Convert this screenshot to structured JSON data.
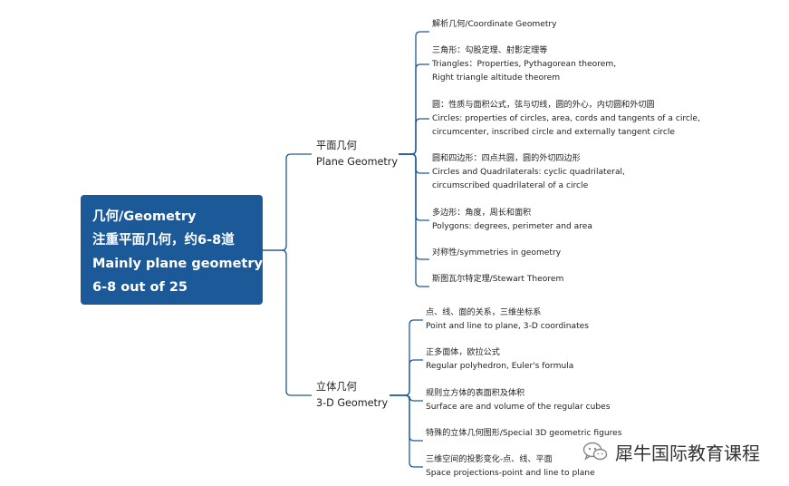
{
  "root": {
    "lines": [
      "几何/Geometry",
      "注重平面几何，约6-8道",
      "Mainly plane geometry",
      "6-8 out of 25"
    ]
  },
  "branches": [
    {
      "title_cn": "平面几何",
      "title_en": "Plane Geometry",
      "leaves": [
        {
          "lines": [
            "解析几何/Coordinate Geometry"
          ]
        },
        {
          "lines": [
            "三角形：勾股定理、射影定理等",
            "Triangles：Properties, Pythagorean theorem,",
            "Right triangle altitude theorem"
          ]
        },
        {
          "lines": [
            "圆：性质与面积公式，弦与切线，圆的外心，内切圆和外切圆",
            "Circles: properties of circles, area, cords and tangents of a circle,",
            "circumcenter, inscribed circle and externally tangent circle"
          ]
        },
        {
          "lines": [
            "圆和四边形：四点共圆，圆的外切四边形",
            "Circles and Quadrilaterals: cyclic quadrilateral,",
            "circumscribed quadrilateral of a circle"
          ]
        },
        {
          "lines": [
            "多边形：角度，周长和面积",
            "Polygons: degrees, perimeter and area"
          ]
        },
        {
          "lines": [
            "对称性/symmetries in geometry"
          ]
        },
        {
          "lines": [
            "斯图瓦尔特定理/Stewart Theorem"
          ]
        }
      ]
    },
    {
      "title_cn": "立体几何",
      "title_en": "3-D Geometry",
      "leaves": [
        {
          "lines": [
            "点、线、面的关系，三维坐标系",
            "Point and line to plane, 3-D coordinates"
          ]
        },
        {
          "lines": [
            "正多面体，欧拉公式",
            "Regular polyhedron, Euler's formula"
          ]
        },
        {
          "lines": [
            "规则立方体的表面积及体积",
            "Surface are and volume of the regular cubes"
          ]
        },
        {
          "lines": [
            "特殊的立体几何图形/Special 3D geometric figures"
          ]
        },
        {
          "lines": [
            "三维空间的投影变化-点、线、平面",
            "Space projections-point and line to plane"
          ]
        }
      ]
    }
  ],
  "watermark": {
    "text": "犀牛国际教育课程",
    "icon": "wechat-icon"
  },
  "colors": {
    "root_bg": "#1b5998",
    "connector": "#1f5a96"
  }
}
